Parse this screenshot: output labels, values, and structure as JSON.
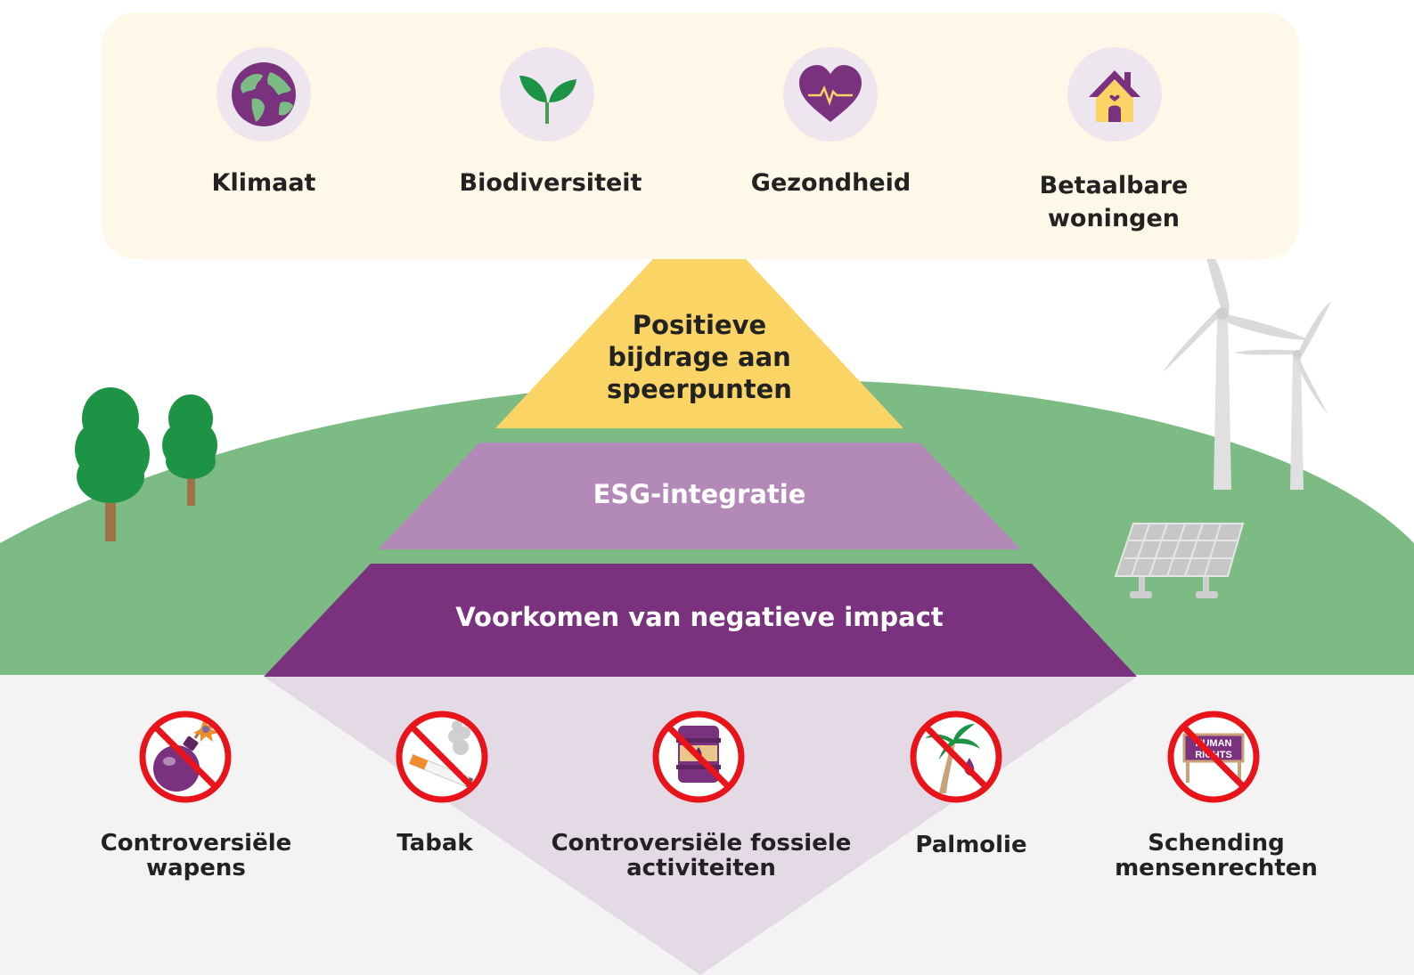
{
  "colors": {
    "hill": "#7dbb84",
    "ground": "#f3f3f3",
    "top_tier": "#fad566",
    "middle_tier": "#b38ab7",
    "bottom_tier": "#7a327f",
    "inverted_triangle": "#e4dae5",
    "focus_box": "#fdf8e8",
    "ban_red": "#e8141a"
  },
  "focus_areas": [
    {
      "label": "Klimaat",
      "icon": "globe-icon"
    },
    {
      "label": "Biodiversiteit",
      "icon": "sprout-icon"
    },
    {
      "label": "Gezondheid",
      "icon": "heart-pulse-icon"
    },
    {
      "label": "Betaalbare woningen",
      "icon": "house-icon"
    }
  ],
  "pyramid": {
    "top": "Positieve bijdrage aan speerpunten",
    "middle": "ESG-integratie",
    "bottom": "Voorkomen van negatieve impact"
  },
  "exclusions": [
    {
      "label": "Controversiële wapens",
      "icon": "bomb-icon"
    },
    {
      "label": "Tabak",
      "icon": "cigarette-icon"
    },
    {
      "label": "Controversiële fossiele activiteiten",
      "icon": "oil-barrel-icon"
    },
    {
      "label": "Palmolie",
      "icon": "palm-tree-icon"
    },
    {
      "label": "Schending mensenrechten",
      "icon": "human-rights-sign-icon"
    }
  ],
  "human_rights_sign": {
    "line1": "HUMAN",
    "line2": "RIGHTS"
  }
}
